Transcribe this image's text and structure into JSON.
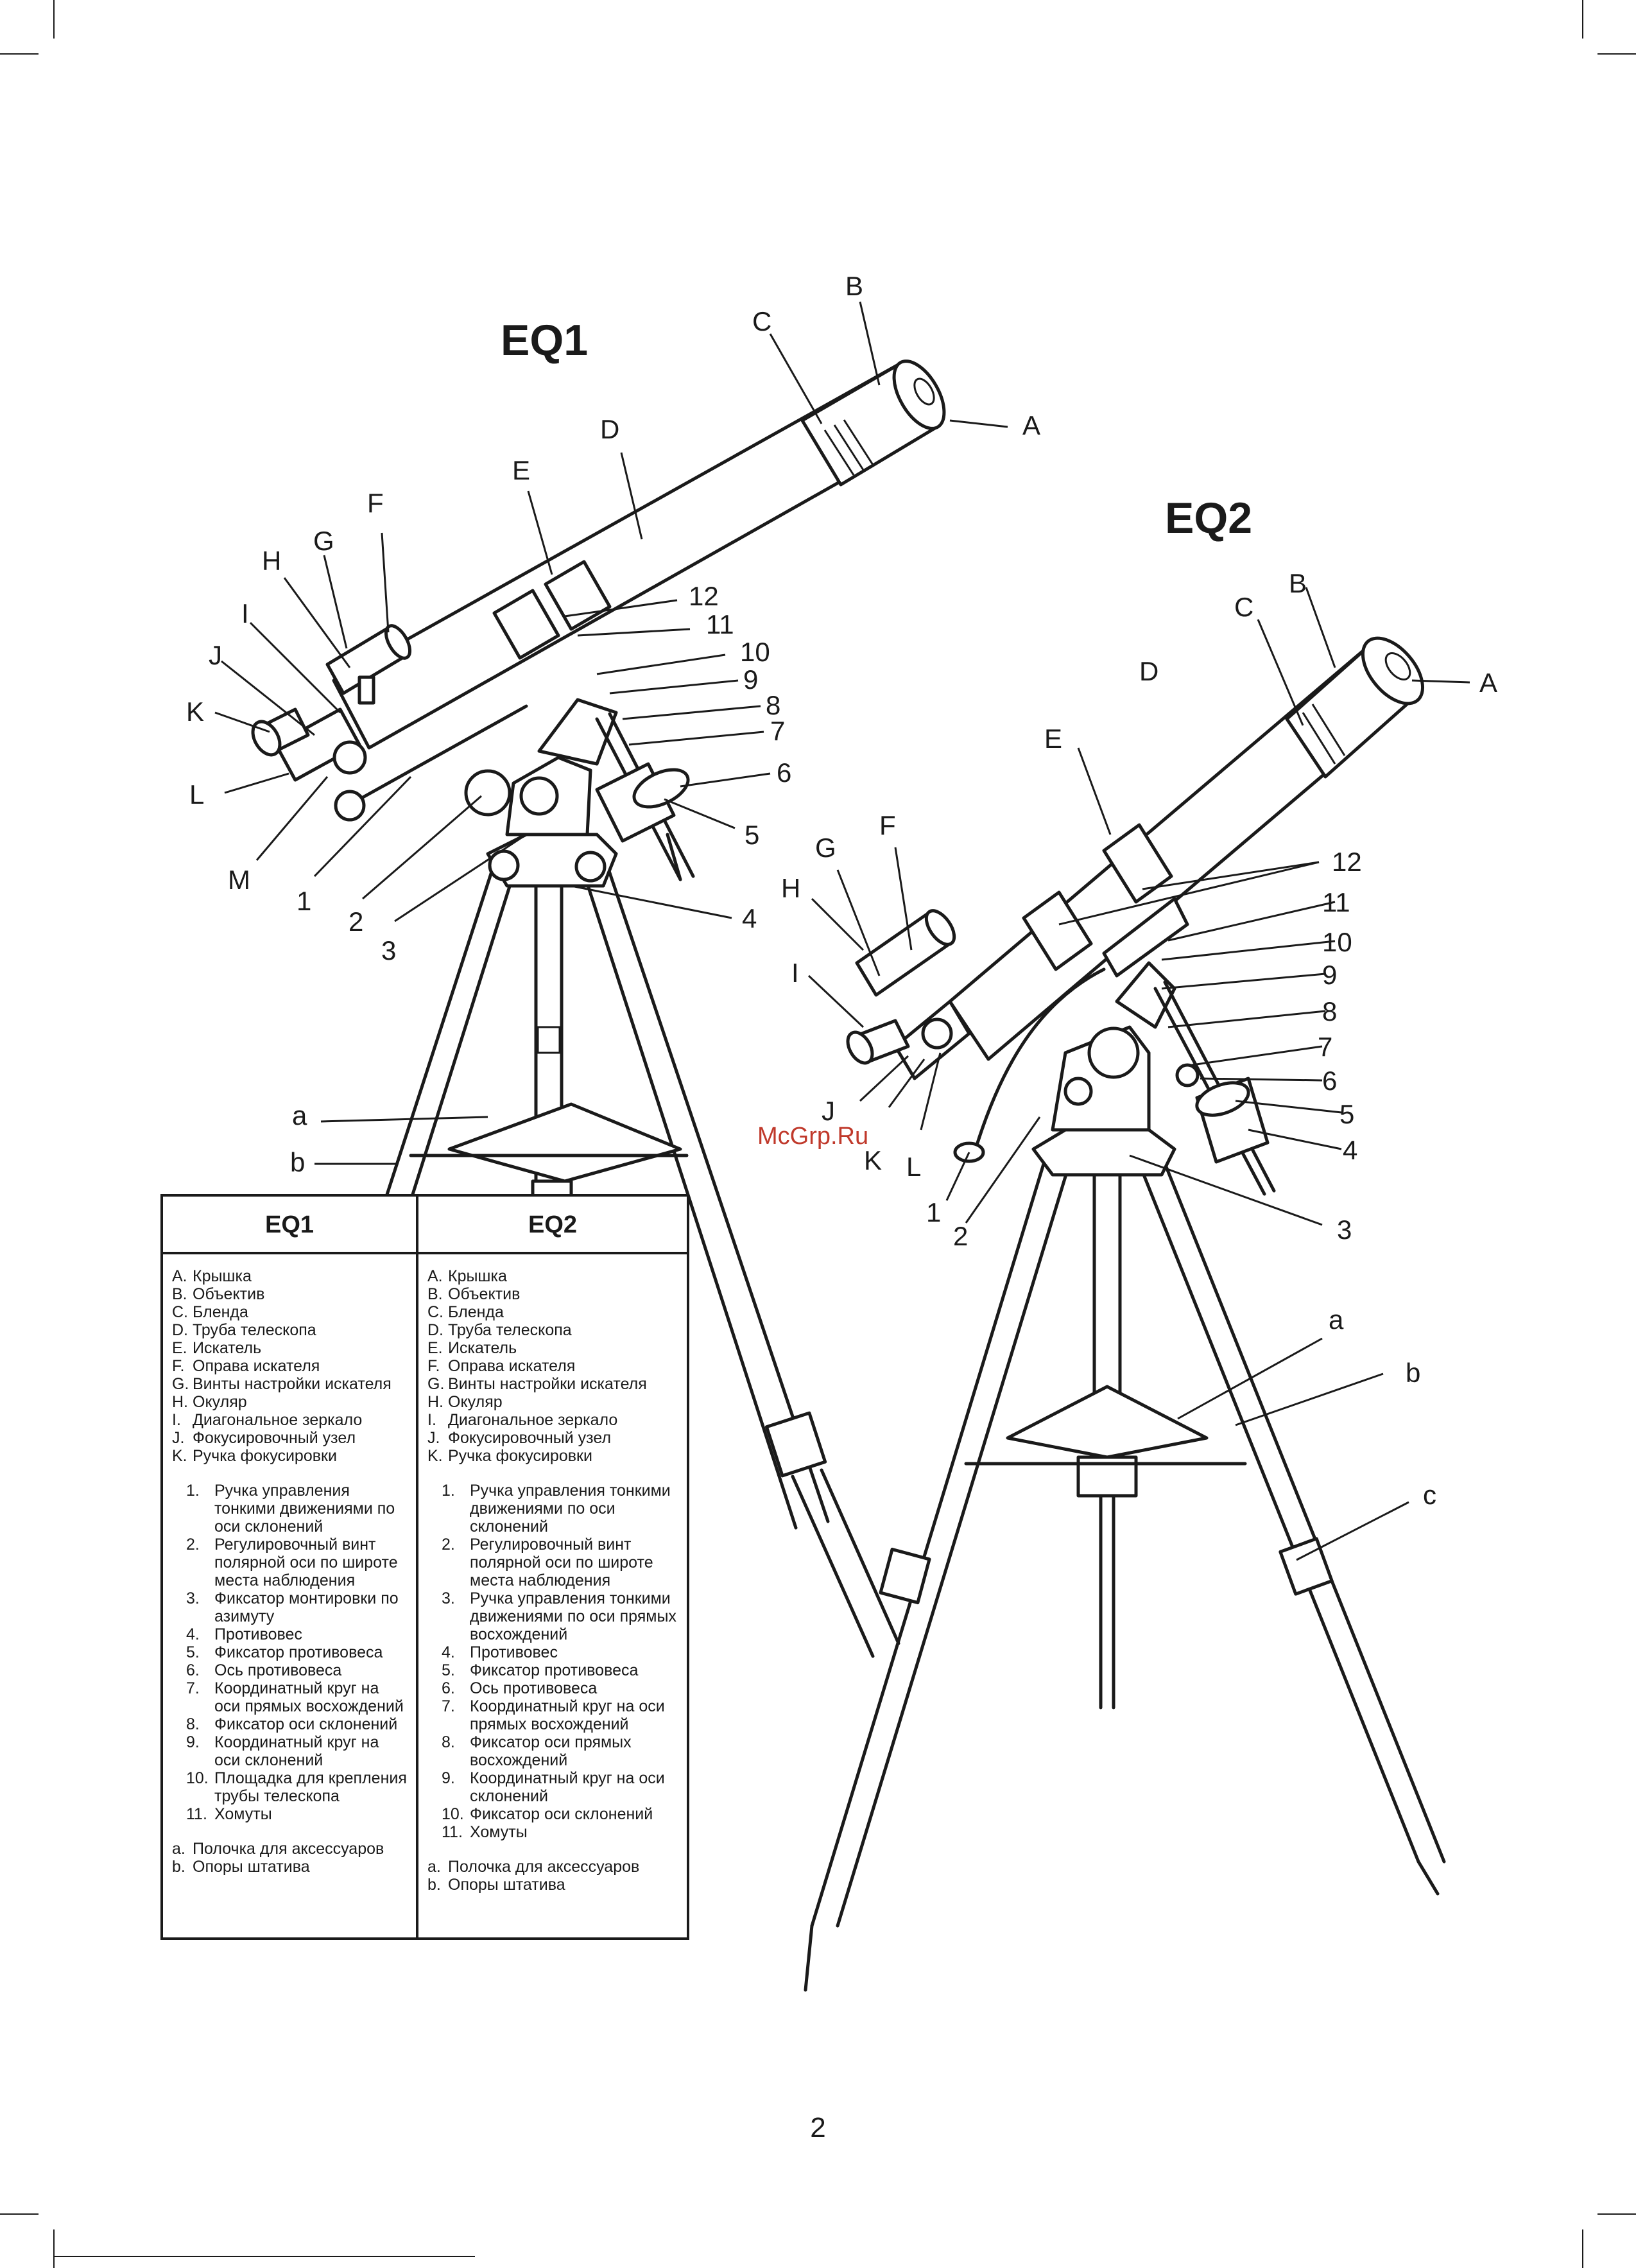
{
  "page": {
    "number": "2",
    "watermark": "McGrp.Ru"
  },
  "eq1": {
    "title": "EQ1",
    "callouts": {
      "A": "A",
      "B": "B",
      "C": "C",
      "D": "D",
      "E": "E",
      "F": "F",
      "G": "G",
      "H": "H",
      "I": "I",
      "J": "J",
      "K": "K",
      "L": "L",
      "M": "M",
      "n1": "1",
      "n2": "2",
      "n3": "3",
      "n4": "4",
      "n5": "5",
      "n6": "6",
      "n7": "7",
      "n8": "8",
      "n9": "9",
      "n10": "10",
      "n11": "11",
      "n12": "12",
      "a": "a",
      "b": "b"
    }
  },
  "eq2": {
    "title": "EQ2",
    "callouts": {
      "A": "A",
      "B": "B",
      "C": "C",
      "D": "D",
      "E": "E",
      "F": "F",
      "G": "G",
      "H": "H",
      "I": "I",
      "J": "J",
      "K": "K",
      "L": "L",
      "n1": "1",
      "n2": "2",
      "n3": "3",
      "n4": "4",
      "n5": "5",
      "n6": "6",
      "n7": "7",
      "n8": "8",
      "n9": "9",
      "n10": "10",
      "n11": "11",
      "n12": "12",
      "a": "a",
      "b": "b",
      "c": "c"
    }
  },
  "legend": {
    "eq1": {
      "header": "EQ1",
      "letters": [
        {
          "key": "A.",
          "text": "Крышка"
        },
        {
          "key": "B.",
          "text": "Объектив"
        },
        {
          "key": "C.",
          "text": "Бленда"
        },
        {
          "key": "D.",
          "text": "Труба телескопа"
        },
        {
          "key": "E.",
          "text": "Искатель"
        },
        {
          "key": "F.",
          "text": "Оправа искателя"
        },
        {
          "key": "G.",
          "text": "Винты настройки искателя"
        },
        {
          "key": "H.",
          "text": "Окуляр"
        },
        {
          "key": "I.",
          "text": "Диагональное зеркало"
        },
        {
          "key": "J.",
          "text": "Фокусировочный узел"
        },
        {
          "key": "K.",
          "text": "Ручка фокусировки"
        }
      ],
      "numbers": [
        {
          "key": "1.",
          "text": "Ручка управления тонкими движениями по оси склонений"
        },
        {
          "key": "2.",
          "text": "Регулировочный винт полярной оси по широте места наблюдения"
        },
        {
          "key": "3.",
          "text": "Фиксатор монтировки по азимуту"
        },
        {
          "key": "4.",
          "text": "Противовес"
        },
        {
          "key": "5.",
          "text": "Фиксатор противовеса"
        },
        {
          "key": "6.",
          "text": "Ось противовеса"
        },
        {
          "key": "7.",
          "text": "Координатный круг на оси прямых восхождений"
        },
        {
          "key": "8.",
          "text": "Фиксатор оси склонений"
        },
        {
          "key": "9.",
          "text": "Координатный круг на оси склонений"
        },
        {
          "key": "10.",
          "text": "Площадка для крепления трубы телескопа"
        },
        {
          "key": "11.",
          "text": "Хомуты"
        }
      ],
      "small": [
        {
          "key": "a.",
          "text": "Полочка для аксессуаров"
        },
        {
          "key": "b.",
          "text": "Опоры штатива"
        }
      ]
    },
    "eq2": {
      "header": "EQ2",
      "letters": [
        {
          "key": "A.",
          "text": "Крышка"
        },
        {
          "key": "B.",
          "text": "Объектив"
        },
        {
          "key": "C.",
          "text": "Бленда"
        },
        {
          "key": "D.",
          "text": "Труба телескопа"
        },
        {
          "key": "E.",
          "text": "Искатель"
        },
        {
          "key": "F.",
          "text": "Оправа искателя"
        },
        {
          "key": "G.",
          "text": "Винты настройки искателя"
        },
        {
          "key": "H.",
          "text": "Окуляр"
        },
        {
          "key": "I.",
          "text": "Диагональное зеркало"
        },
        {
          "key": "J.",
          "text": "Фокусировочный узел"
        },
        {
          "key": "K.",
          "text": "Ручка фокусировки"
        }
      ],
      "numbers": [
        {
          "key": "1.",
          "text": "Ручка управления тонкими движениями по оси склонений"
        },
        {
          "key": "2.",
          "text": "Регулировочный винт полярной оси по широте места наблюдения"
        },
        {
          "key": "3.",
          "text": "Ручка управления тонкими движениями по оси прямых восхождений"
        },
        {
          "key": "4.",
          "text": "Противовес"
        },
        {
          "key": "5.",
          "text": "Фиксатор противовеса"
        },
        {
          "key": "6.",
          "text": "Ось противовеса"
        },
        {
          "key": "7.",
          "text": "Координатный круг на оси прямых восхождений"
        },
        {
          "key": "8.",
          "text": "Фиксатор оси прямых восхождений"
        },
        {
          "key": "9.",
          "text": "Координатный круг на оси склонений"
        },
        {
          "key": "10.",
          "text": "Фиксатор оси склонений"
        },
        {
          "key": "11.",
          "text": "Хомуты"
        }
      ],
      "small": [
        {
          "key": "a.",
          "text": "Полочка для аксессуаров"
        },
        {
          "key": "b.",
          "text": "Опоры штатива"
        }
      ]
    }
  }
}
